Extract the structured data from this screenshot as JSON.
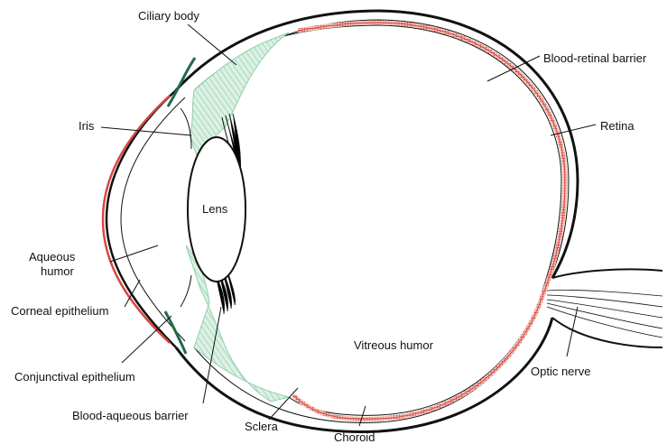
{
  "labels": {
    "ciliary_body": "Ciliary body",
    "blood_retinal_barrier": "Blood-retinal barrier",
    "iris": "Iris",
    "retina": "Retina",
    "lens": "Lens",
    "aqueous_humor_line1": "Aqueous",
    "aqueous_humor_line2": "humor",
    "corneal_epithelium": "Corneal epithelium",
    "vitreous_humor": "Vitreous humor",
    "conjunctival_epithelium": "Conjunctival epithelium",
    "optic_nerve": "Optic nerve",
    "blood_aqueous_barrier": "Blood-aqueous barrier",
    "sclera": "Sclera",
    "choroid": "Choroid"
  },
  "colors": {
    "barrier_red": "#d9473f",
    "barrier_fill": "#f3c6c0",
    "ciliary_green": "#8fcfae",
    "ciliary_fill": "#dcf1e4",
    "conjunctiva_green": "#1f6b48",
    "outline": "#111111",
    "background": "#ffffff"
  }
}
